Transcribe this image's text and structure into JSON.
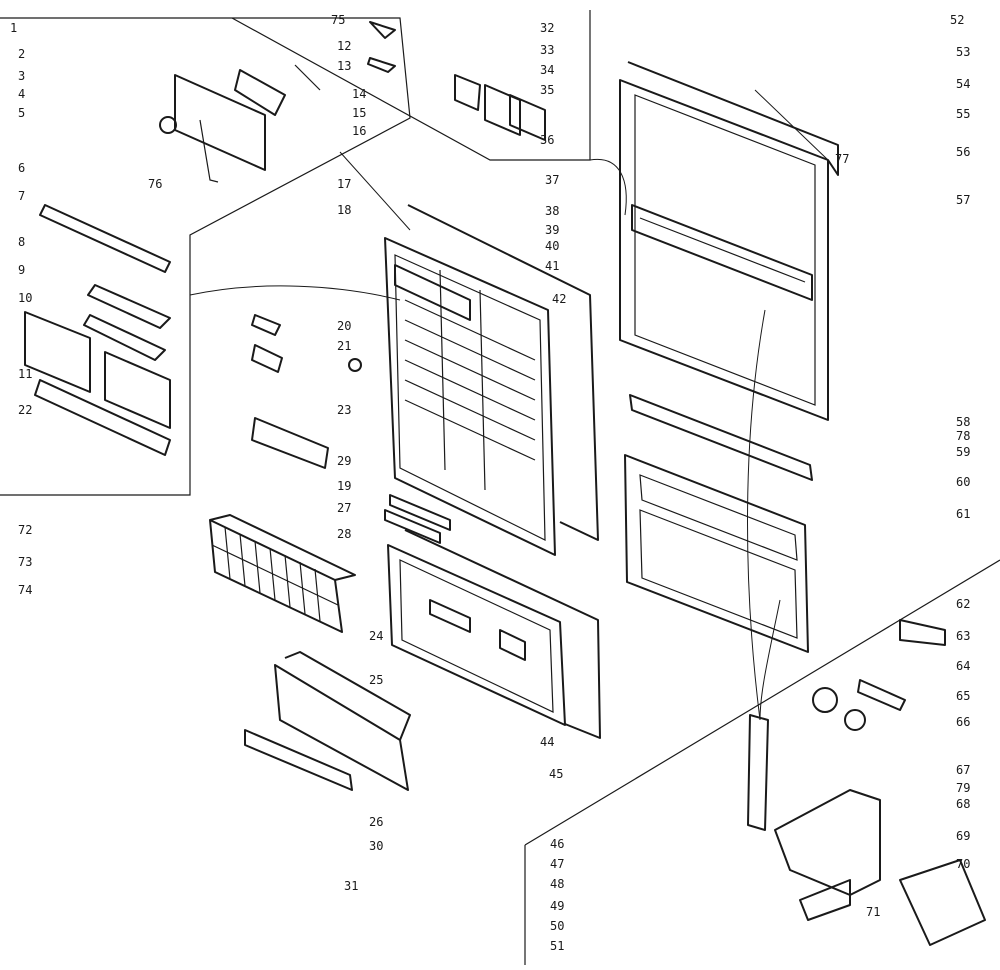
{
  "part_numbers": [
    "1",
    "2",
    "3",
    "4",
    "5",
    "6",
    "7",
    "8",
    "9",
    "10",
    "11",
    "12",
    "13",
    "14",
    "15",
    "16",
    "17",
    "18",
    "19",
    "20",
    "21",
    "22",
    "23",
    "24",
    "25",
    "26",
    "27",
    "28",
    "29",
    "30",
    "31",
    "32",
    "33",
    "34",
    "35",
    "36",
    "37",
    "38",
    "39",
    "40",
    "41",
    "42",
    "44",
    "45",
    "46",
    "47",
    "48",
    "49",
    "50",
    "51",
    "52",
    "53",
    "54",
    "55",
    "56",
    "57",
    "58",
    "59",
    "60",
    "61",
    "62",
    "63",
    "64",
    "65",
    "66",
    "67",
    "68",
    "69",
    "70",
    "71",
    "72",
    "73",
    "74",
    "75",
    "76",
    "77",
    "78",
    "79"
  ]
}
